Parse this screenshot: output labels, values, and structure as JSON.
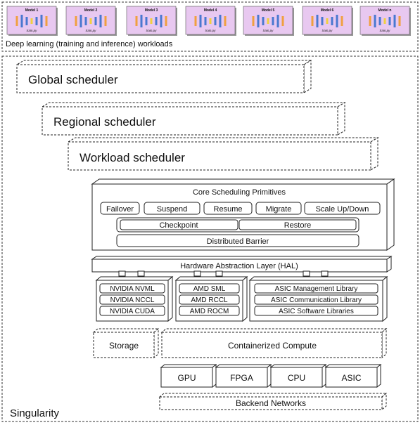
{
  "workloads": {
    "caption": "Deep learning (training and inference) workloads",
    "models": [
      {
        "name": "Model 1",
        "file": "train.py"
      },
      {
        "name": "Model 2",
        "file": "train.py"
      },
      {
        "name": "Model 3",
        "file": "train.py"
      },
      {
        "name": "Model 4",
        "file": "train.py"
      },
      {
        "name": "Model 5",
        "file": "train.py"
      },
      {
        "name": "Model 6",
        "file": "train.py"
      },
      {
        "name": "Model n",
        "file": "train.py"
      }
    ]
  },
  "schedulers": {
    "global": "Global scheduler",
    "regional": "Regional scheduler",
    "workload": "Workload scheduler"
  },
  "core": {
    "title": "Core Scheduling Primitives",
    "primitives": [
      "Failover",
      "Suspend",
      "Resume",
      "Migrate",
      "Scale Up/Down"
    ],
    "checkpoint": "Checkpoint",
    "restore": "Restore",
    "barrier": "Distributed Barrier"
  },
  "hal": {
    "label": "Hardware Abstraction Layer (HAL)"
  },
  "libraries": {
    "nvidia": [
      "NVIDIA NVML",
      "NVIDIA NCCL",
      "NVIDIA CUDA"
    ],
    "amd": [
      "AMD SML",
      "AMD RCCL",
      "AMD ROCM"
    ],
    "asic": [
      "ASIC Management Library",
      "ASIC Communication Library",
      "ASIC Software Libraries"
    ]
  },
  "storage": "Storage",
  "compute": "Containerized Compute",
  "devices": [
    "GPU",
    "FPGA",
    "CPU",
    "ASIC"
  ],
  "networks": "Backend Networks",
  "system_name": "Singularity",
  "colors": {
    "model_fill": "#e8c8f0",
    "nn_blue": "#4a78d0",
    "nn_orange": "#f0a040",
    "nn_yellow": "#f0d040"
  }
}
